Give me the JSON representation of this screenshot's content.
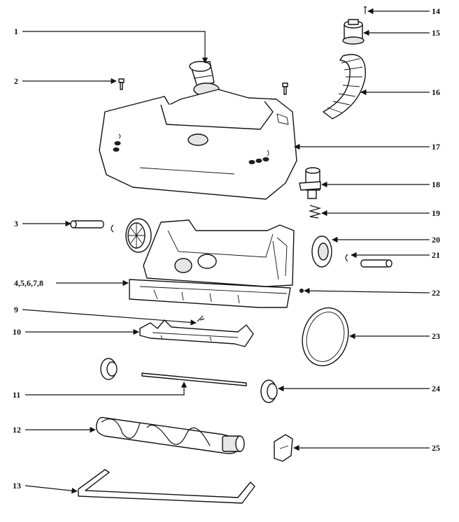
{
  "labels": {
    "1": "1",
    "2": "2",
    "3": "3",
    "4-8": "4,5,6,7,8",
    "9": "9",
    "10": "10",
    "11": "11",
    "12": "12",
    "13": "13",
    "14": "14",
    "15": "15",
    "16": "16",
    "17": "17",
    "18": "18",
    "19": "19",
    "20": "20",
    "21": "21",
    "22": "22",
    "23": "23",
    "24": "24",
    "25": "25"
  }
}
